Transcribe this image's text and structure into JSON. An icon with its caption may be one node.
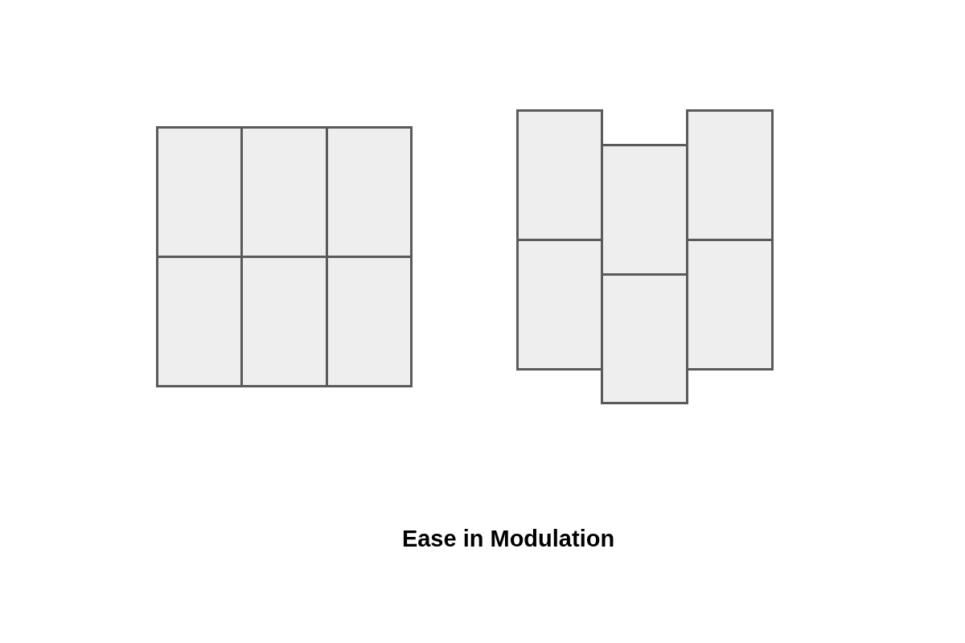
{
  "diagram": {
    "caption": "Ease in Modulation",
    "nodes": [
      {
        "text": [],
        "shape": "box"
      },
      {
        "text": [],
        "shape": "box"
      },
      {
        "text": [],
        "shape": "box"
      },
      {
        "text": [],
        "shape": "box"
      },
      {
        "text": [],
        "shape": "box"
      },
      {
        "text": [],
        "shape": "box"
      },
      {
        "text": [],
        "shape": "box"
      },
      {
        "text": [],
        "shape": "box"
      },
      {
        "text": [],
        "shape": "box"
      },
      {
        "text": [],
        "shape": "box"
      },
      {
        "text": [],
        "shape": "box"
      },
      {
        "text": [],
        "shape": "box"
      }
    ]
  }
}
